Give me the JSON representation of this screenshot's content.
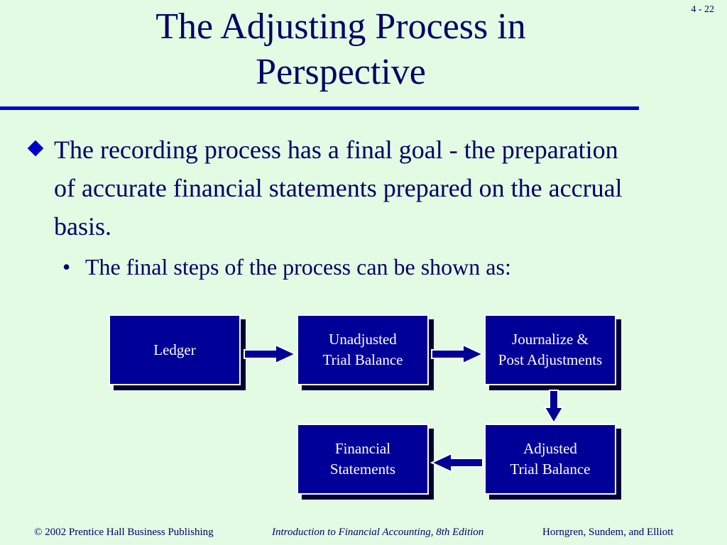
{
  "slide": {
    "page_number": "4 - 22",
    "title_line1": "The Adjusting Process in",
    "title_line2": "Perspective"
  },
  "bullets": {
    "main": "The recording process has a final goal - the preparation of accurate financial statements prepared on the accrual basis.",
    "sub": "The final steps of the process can be shown as:",
    "sub_marker": "•"
  },
  "diagram": {
    "boxes": [
      {
        "id": "ledger",
        "label": "Ledger"
      },
      {
        "id": "unadjusted",
        "label": "Unadjusted\nTrial Balance"
      },
      {
        "id": "journalize",
        "label": "Journalize &\nPost Adjustments"
      },
      {
        "id": "adjusted",
        "label": "Adjusted\nTrial Balance"
      },
      {
        "id": "financial",
        "label": "Financial\nStatements"
      }
    ],
    "flow": [
      [
        "ledger",
        "unadjusted"
      ],
      [
        "unadjusted",
        "journalize"
      ],
      [
        "journalize",
        "adjusted"
      ],
      [
        "adjusted",
        "financial"
      ]
    ],
    "colors": {
      "box_fill": "#000099",
      "arrow_fill": "#000099",
      "background": "#e3fbe3"
    }
  },
  "footer": {
    "left": "© 2002 Prentice Hall Business Publishing",
    "center": "Introduction to Financial Accounting, 8th Edition",
    "right": "Horngren, Sundem, and Elliott"
  }
}
